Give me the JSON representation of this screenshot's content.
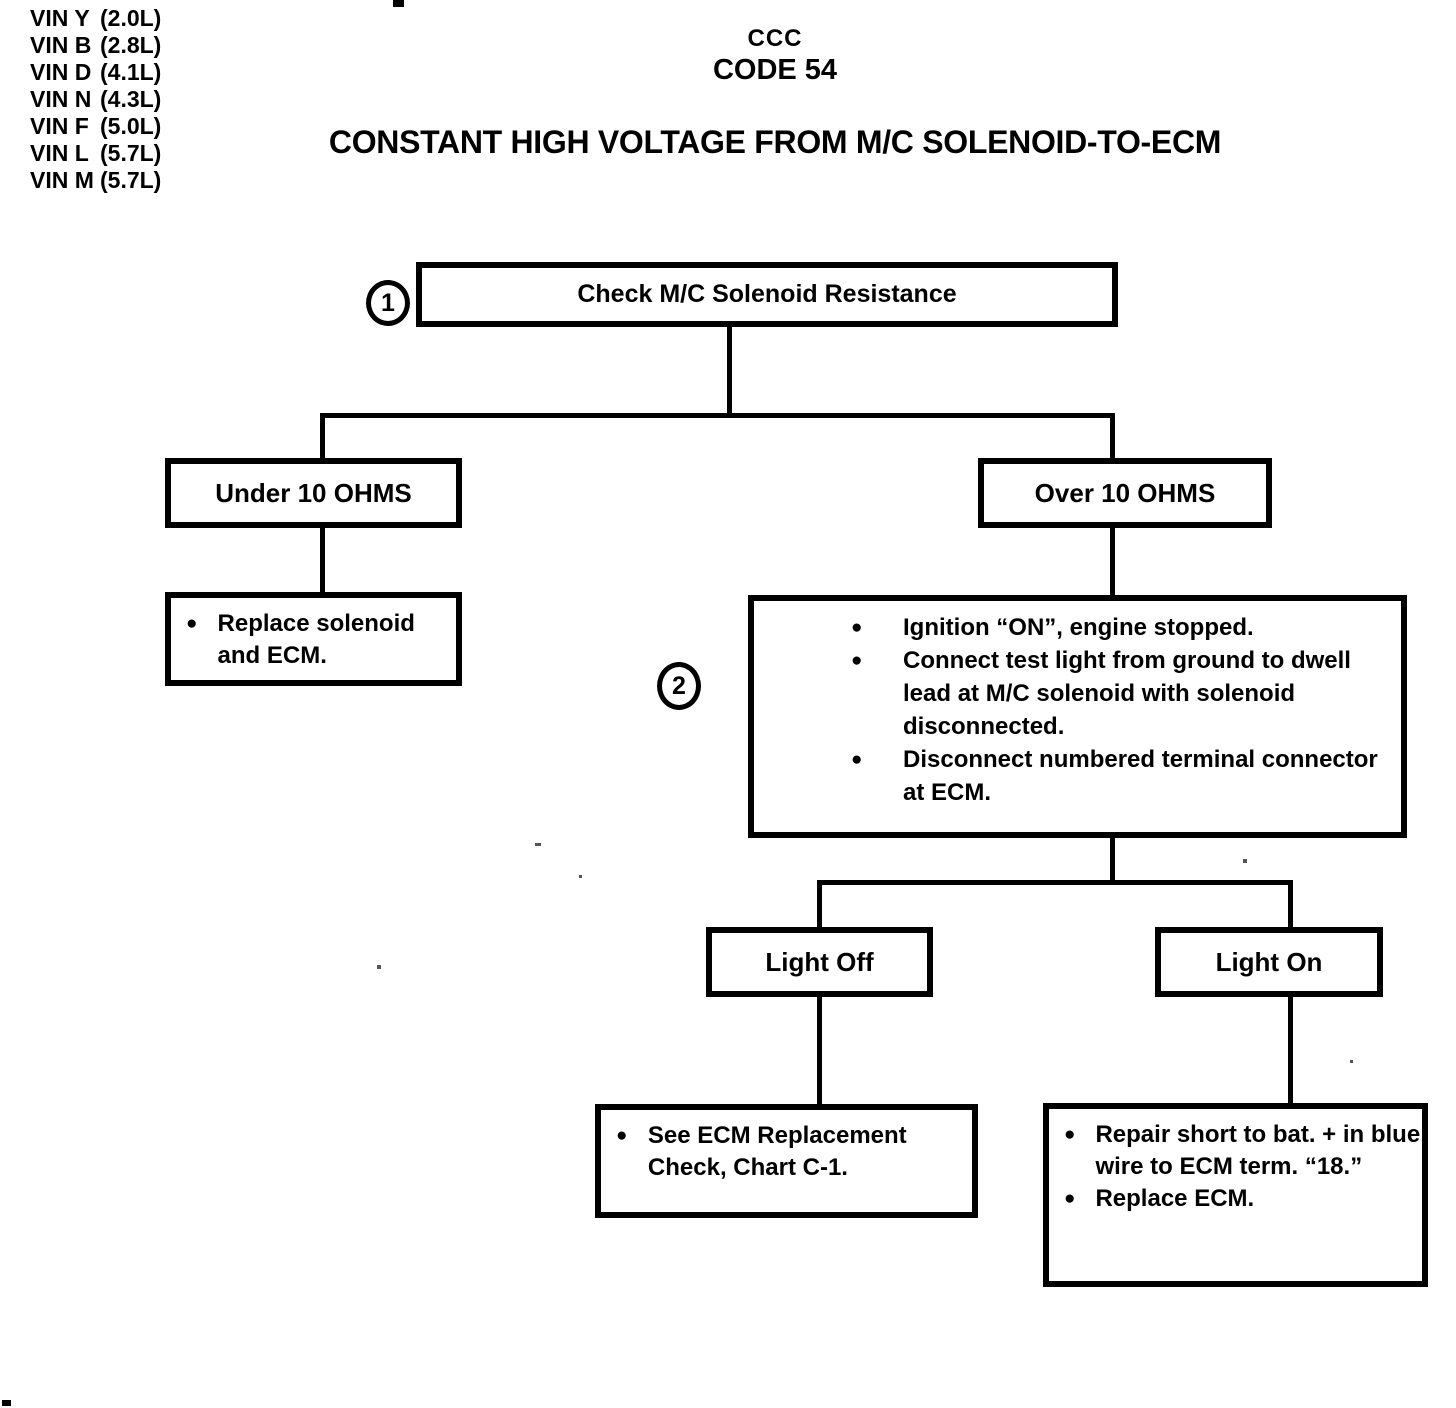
{
  "page": {
    "background": "#ffffff",
    "ink": "#000000"
  },
  "icons": {
    "bullet": "●"
  },
  "vin_list": [
    {
      "code": "VIN Y",
      "engine": "(2.0L)"
    },
    {
      "code": "VIN B",
      "engine": "(2.8L)"
    },
    {
      "code": "VIN D",
      "engine": "(4.1L)"
    },
    {
      "code": "VIN N",
      "engine": "(4.3L)"
    },
    {
      "code": "VIN F",
      "engine": "(5.0L)"
    },
    {
      "code": "VIN L",
      "engine": "(5.7L)"
    },
    {
      "code": "VIN M",
      "engine": "(5.7L)"
    }
  ],
  "header": {
    "system": "CCC",
    "code": "CODE 54",
    "title": "CONSTANT HIGH VOLTAGE FROM M/C SOLENOID-TO-ECM"
  },
  "flowchart": {
    "step1": {
      "number": "1",
      "label": "Check M/C Solenoid Resistance"
    },
    "branch_under": {
      "label": "Under 10 OHMS"
    },
    "result_under": {
      "bullets": [
        "Replace solenoid and ECM."
      ]
    },
    "branch_over": {
      "label": "Over 10 OHMS"
    },
    "step2": {
      "number": "2",
      "bullets": [
        "Ignition “ON”, engine stopped.",
        "Connect test light from ground to dwell lead at M/C solenoid with solenoid disconnected.",
        "Disconnect numbered terminal connector at ECM."
      ]
    },
    "branch_light_off": {
      "label": "Light Off"
    },
    "result_light_off": {
      "bullets": [
        "See ECM Replacement Check, Chart C-1."
      ]
    },
    "branch_light_on": {
      "label": "Light On"
    },
    "result_light_on": {
      "bullets": [
        "Repair short to bat. + in blue wire to ECM term. “18.”",
        "Replace ECM."
      ]
    }
  }
}
